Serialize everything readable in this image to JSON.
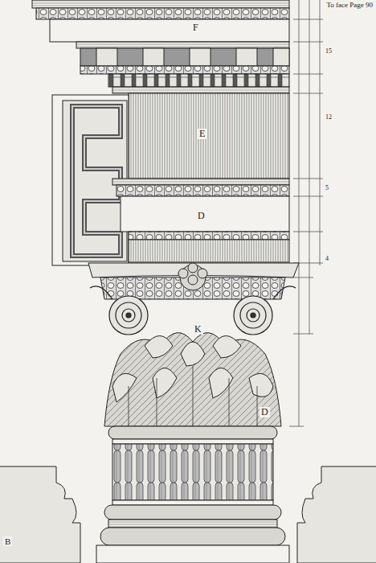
{
  "diagram": {
    "labels": [
      "To face Page 90",
      "F",
      "E",
      "D",
      "K",
      "D",
      "B",
      "15",
      "12",
      "5",
      "4"
    ]
  }
}
